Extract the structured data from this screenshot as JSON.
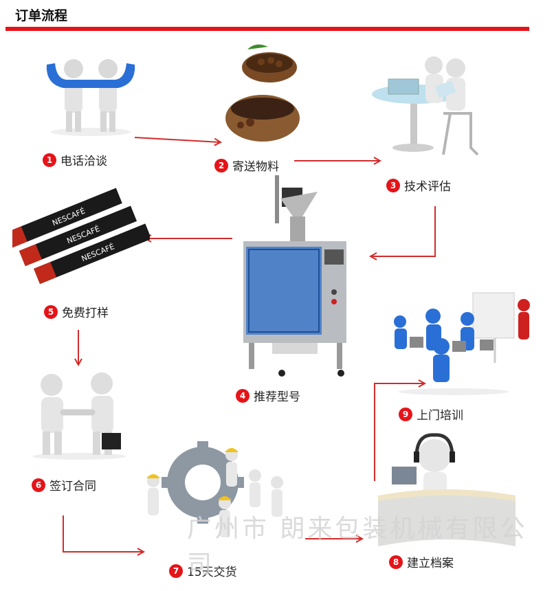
{
  "header": {
    "title": "订单流程"
  },
  "steps": [
    {
      "num": "1",
      "label": "电话洽谈"
    },
    {
      "num": "2",
      "label": "寄送物料"
    },
    {
      "num": "3",
      "label": "技术评估"
    },
    {
      "num": "4",
      "label": "推荐型号"
    },
    {
      "num": "5",
      "label": "免费打样"
    },
    {
      "num": "6",
      "label": "签订合同"
    },
    {
      "num": "7",
      "label": "15天交货"
    },
    {
      "num": "8",
      "label": "建立档案"
    },
    {
      "num": "9",
      "label": "上门培训"
    }
  ],
  "sachet_brand": "NESCAFÉ",
  "watermark": "广州市 朗来包装机械有限公司",
  "colors": {
    "accent": "#e51419",
    "figure_blue": "#2a6fd6",
    "machine_blue": "#3d78c9"
  }
}
